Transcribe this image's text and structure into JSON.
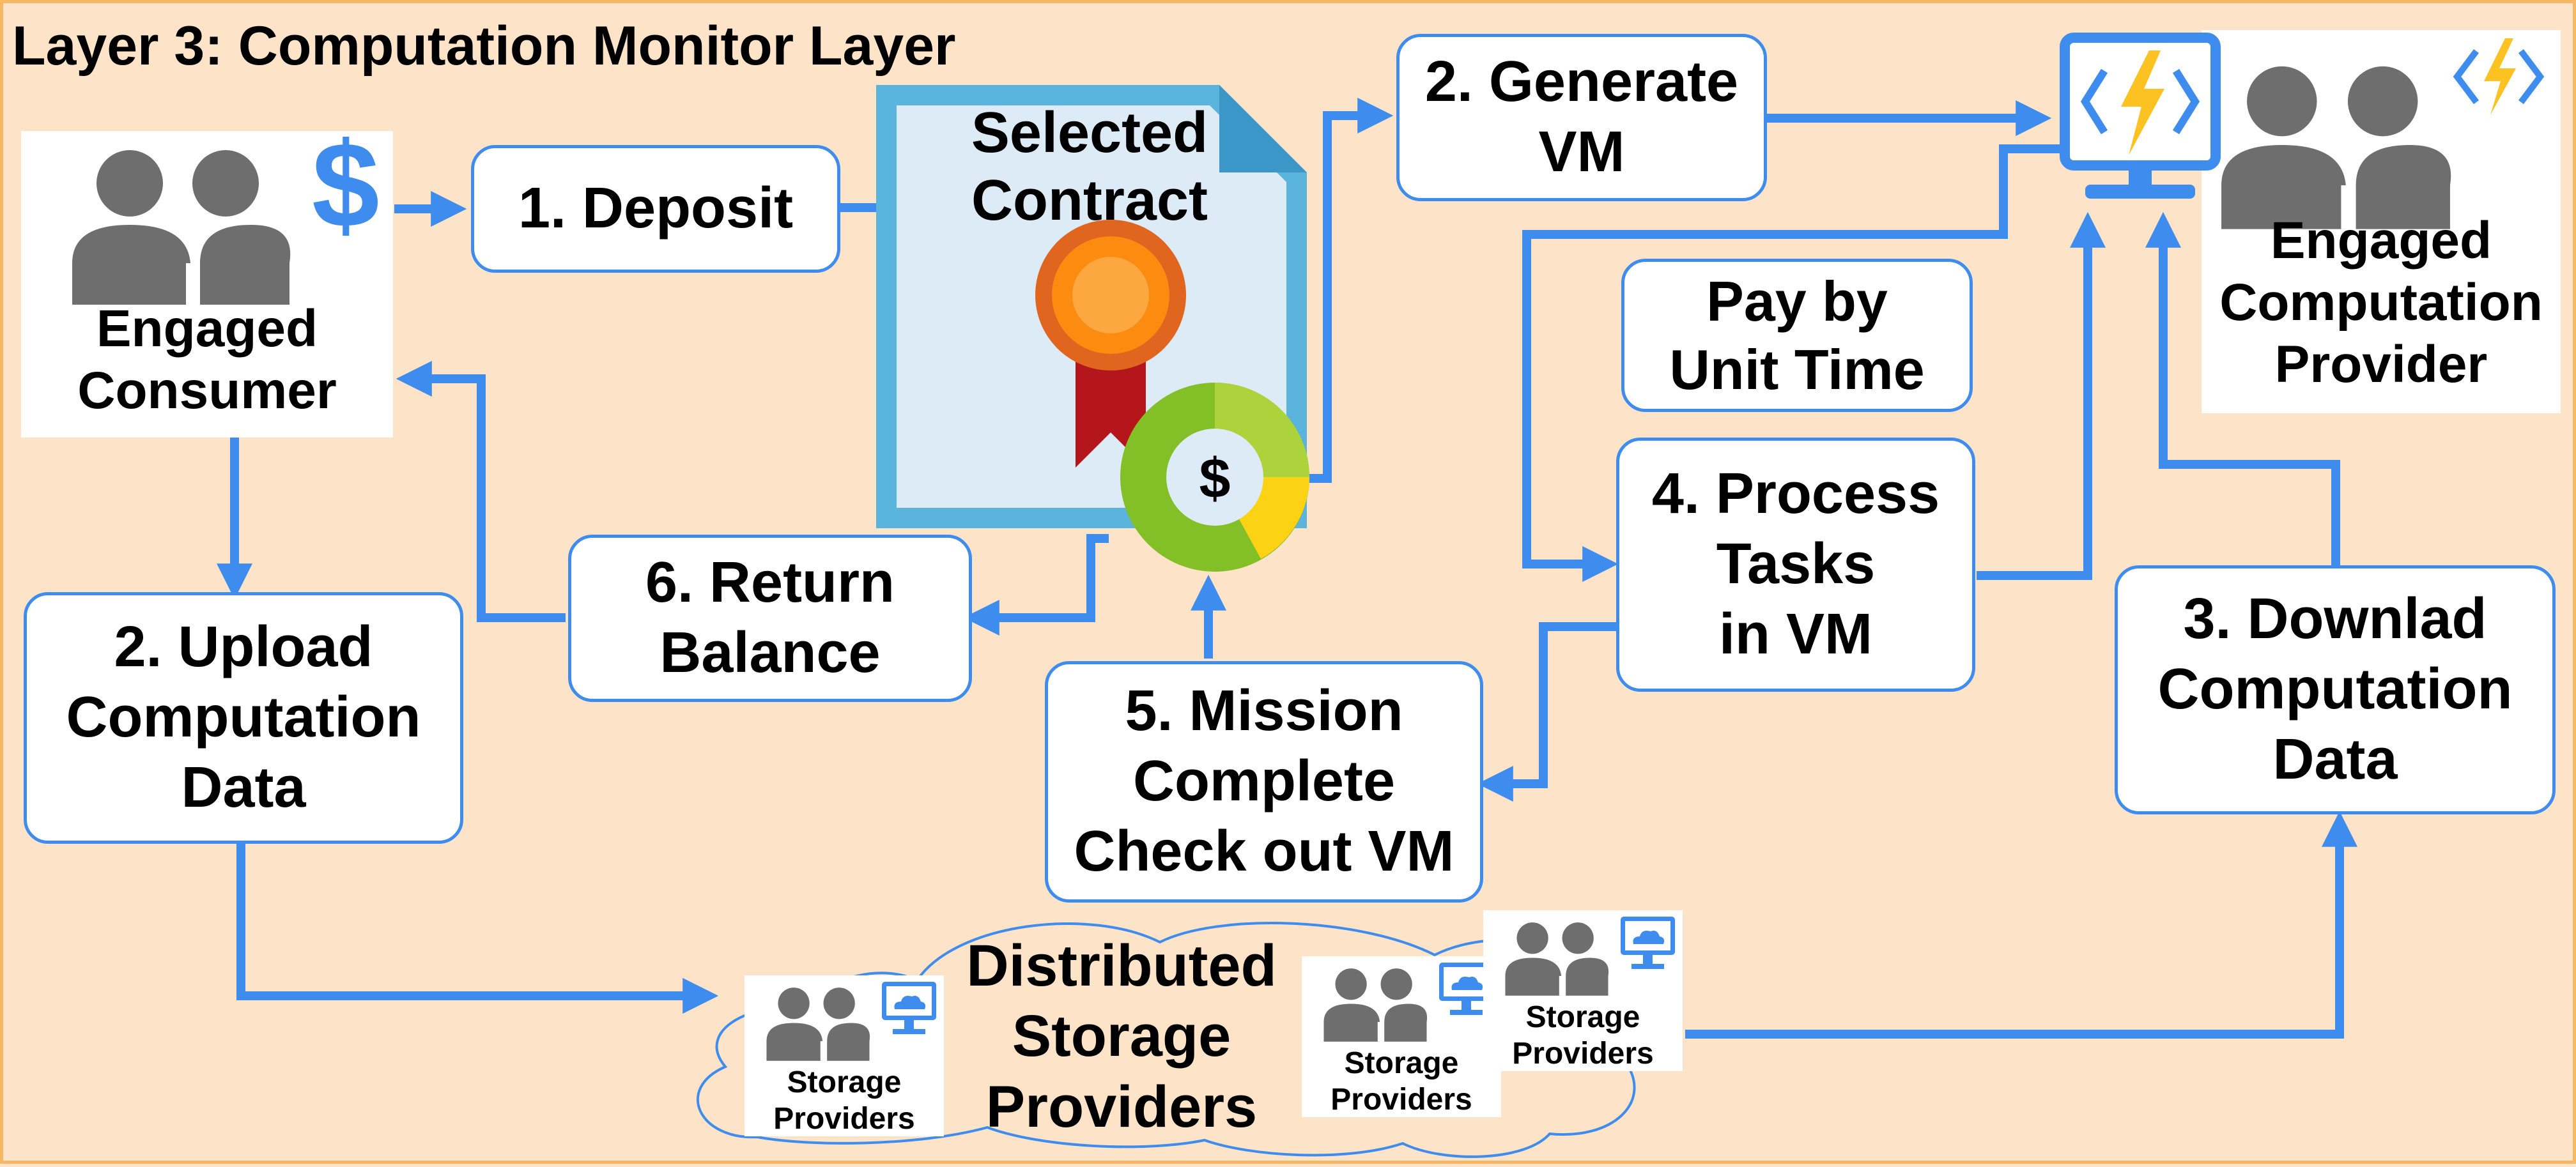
{
  "title": "Layer 3: Computation Monitor Layer",
  "colors": {
    "background": "#fde3c7",
    "accent_blue": "#3d8cee",
    "people_gray": "#6e6e6e",
    "contract_fill": "#dcebf6",
    "contract_border": "#5bb4dc"
  },
  "consumer": {
    "label": "Engaged\nConsumer",
    "icons": [
      "people-icon",
      "dollar-icon"
    ],
    "dollar_symbol": "$"
  },
  "provider": {
    "label": "Engaged\nComputation\nProvider",
    "icons": [
      "people-icon",
      "azure-function-icon"
    ]
  },
  "contract": {
    "title": "Selected\nContract",
    "icons": [
      "award-ribbon-icon",
      "dollar-donut-icon"
    ],
    "coin_symbol": "$"
  },
  "steps": {
    "deposit": "1. Deposit",
    "generate_vm": "2. Generate\nVM",
    "upload": "2. Upload\nComputation\nData",
    "download": "3. Downlad\nComputation\nData",
    "pay": "Pay by\nUnit Time",
    "process": "4. Process\nTasks\nin VM",
    "mission": "5. Mission\nComplete\nCheck out VM",
    "return_balance": "6. Return\nBalance"
  },
  "storage": {
    "label": "Distributed\nStorage\nProviders",
    "card_label": "Storage\nProviders",
    "icons": [
      "people-icon",
      "cloud-monitor-icon"
    ]
  },
  "vm_monitor": {
    "icons": [
      "azure-function-monitor-icon"
    ]
  }
}
